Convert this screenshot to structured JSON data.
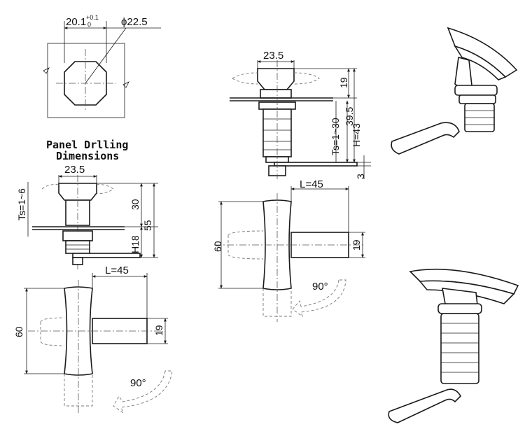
{
  "drilling": {
    "width_base": "20.1",
    "width_tol_upper": "+0.1",
    "width_tol_lower": "0",
    "diameter": "ϕ22.5",
    "title_line1": "Panel Drlling",
    "title_line2": "Dimensions"
  },
  "side_view_small": {
    "head_width": "23.5",
    "panel_thickness": "Ts=1~6",
    "height_30": "30",
    "height_55": "55",
    "height_h18": "H18"
  },
  "front_view_small": {
    "length": "L=45",
    "height": "60",
    "cam_width": "19",
    "rotation": "90°"
  },
  "side_view_large": {
    "head_width": "23.5",
    "head_height": "19",
    "panel_thickness": "Ts=1~30",
    "height_39": "39.5",
    "height_h43": "H=43",
    "cam_thickness": "3"
  },
  "front_view_large": {
    "length": "L=45",
    "height": "60",
    "cam_width": "19",
    "rotation": "90°"
  }
}
